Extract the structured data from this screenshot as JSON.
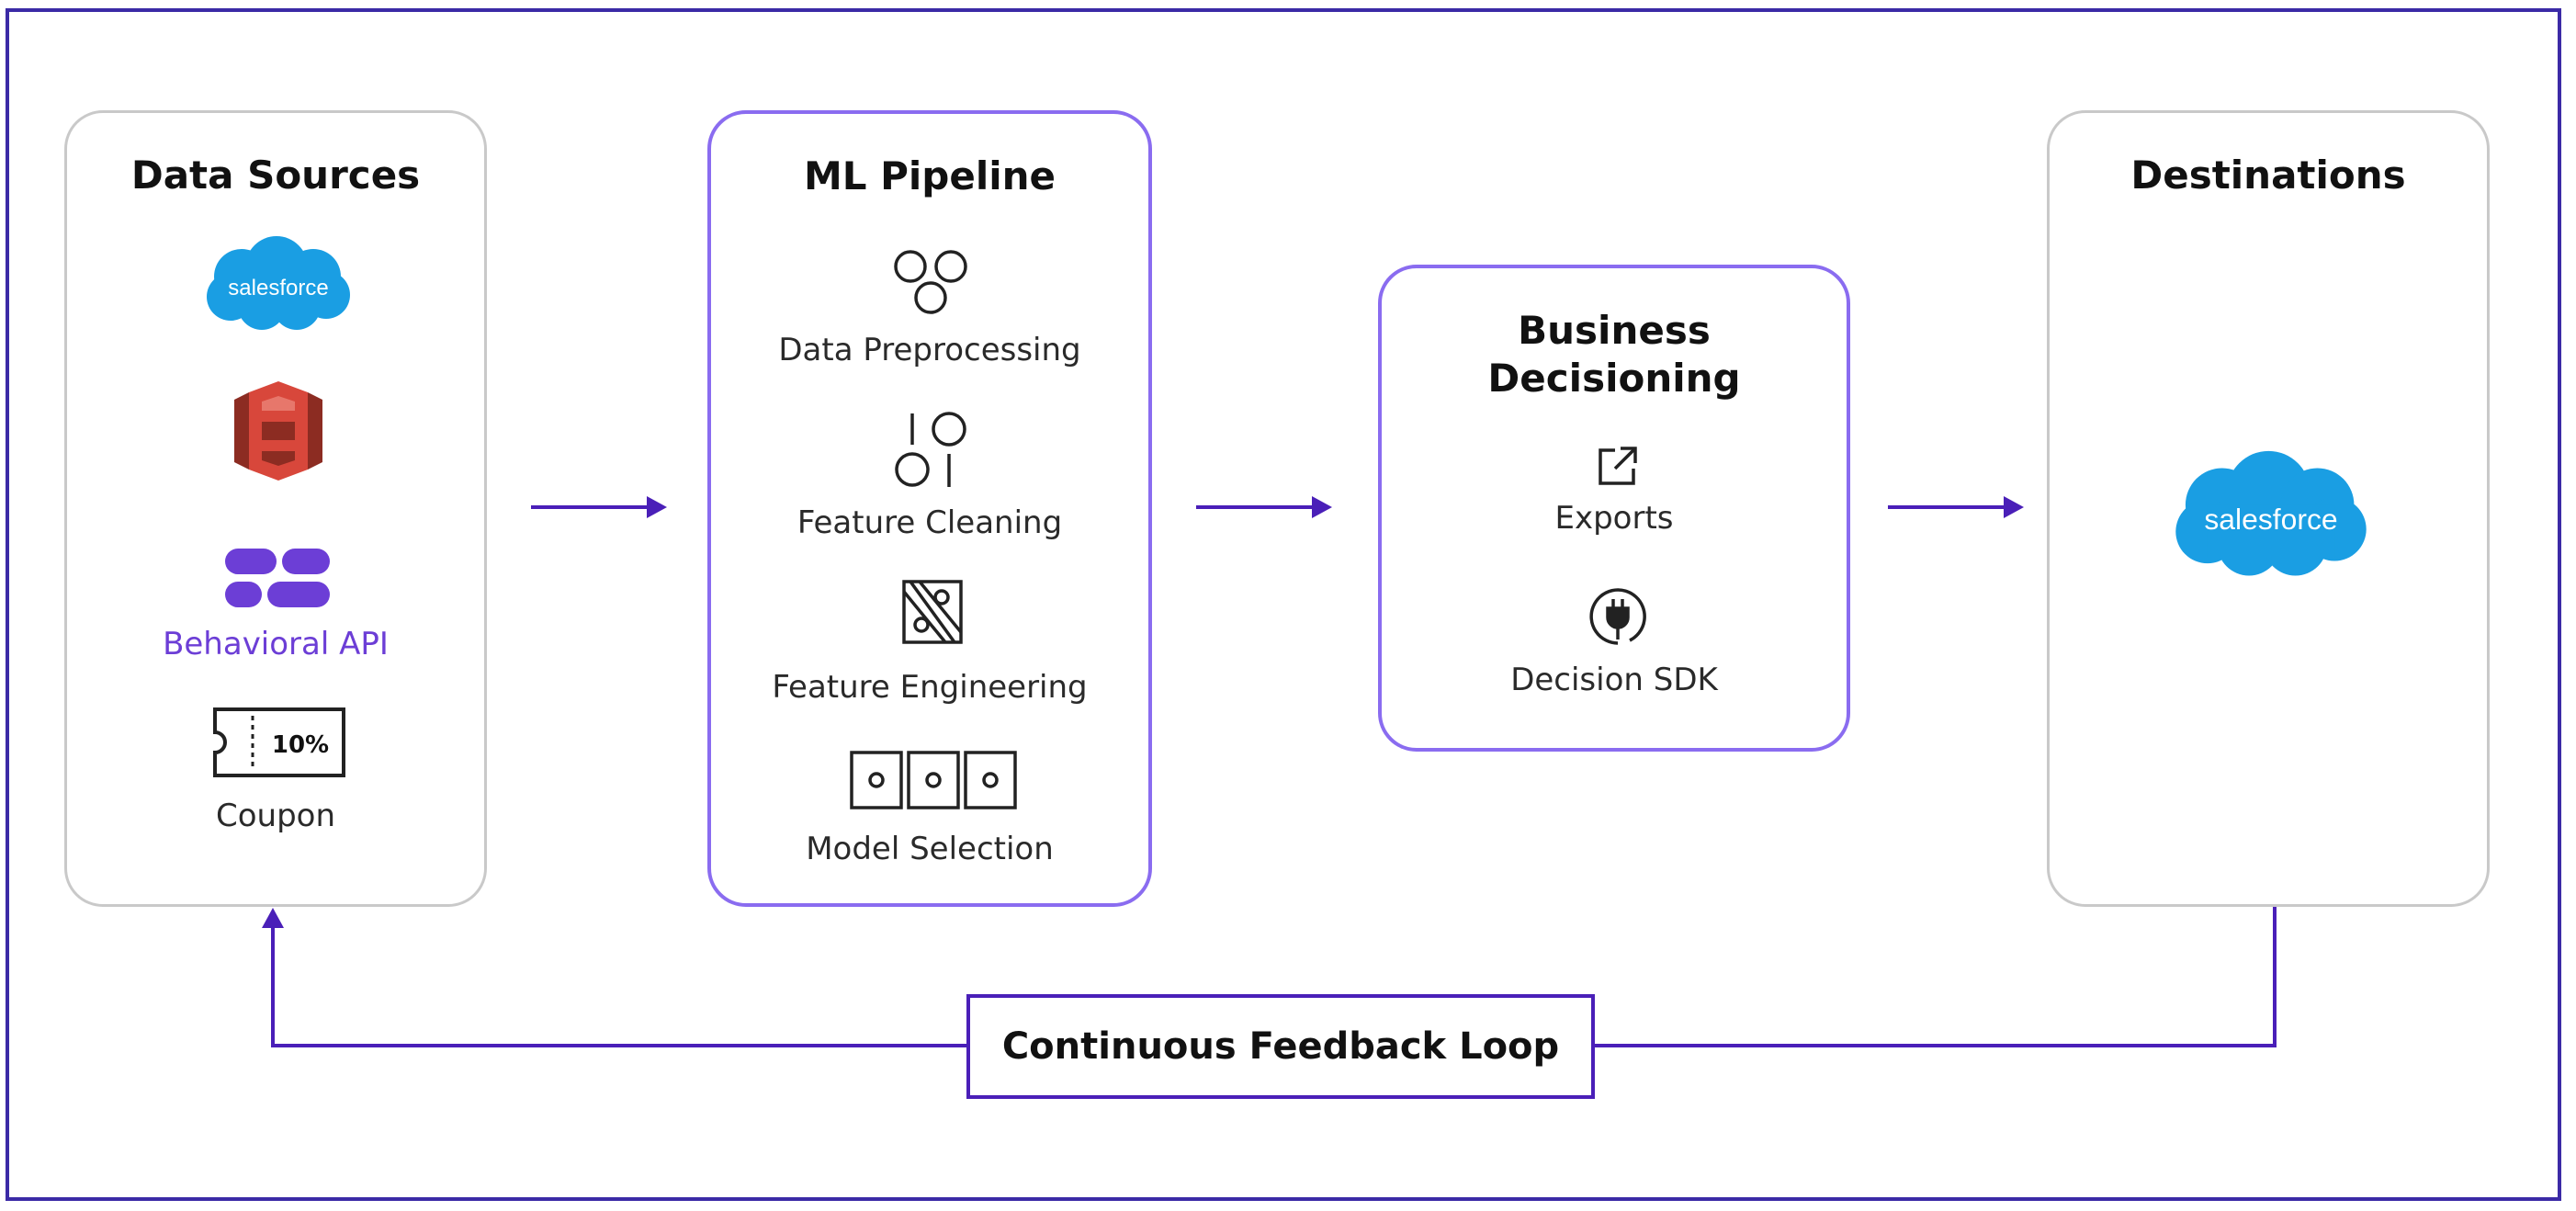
{
  "colors": {
    "frame": "#3b2aa6",
    "accent_purple": "#8a6cf0",
    "arrow": "#4a1fb8",
    "salesforce_blue": "#1a9ee3",
    "aws_red": "#d8473b",
    "behavioral_purple": "#6c3ed6"
  },
  "data_sources": {
    "title": "Data Sources",
    "items": [
      {
        "icon": "salesforce-logo",
        "logo_text": "salesforce"
      },
      {
        "icon": "aws-s3-logo"
      },
      {
        "icon": "behavioral-api-logo",
        "label": "Behavioral API"
      },
      {
        "icon": "coupon-icon",
        "badge_text": "10%",
        "label": "Coupon"
      }
    ]
  },
  "ml_pipeline": {
    "title": "ML Pipeline",
    "steps": [
      {
        "icon": "preprocessing-circles-icon",
        "label": "Data Preprocessing"
      },
      {
        "icon": "feature-cleaning-icon",
        "label": "Feature Cleaning"
      },
      {
        "icon": "feature-engineering-icon",
        "label": "Feature Engineering"
      },
      {
        "icon": "model-selection-icon",
        "label": "Model Selection"
      }
    ]
  },
  "business_decisioning": {
    "title_line1": "Business",
    "title_line2": "Decisioning",
    "items": [
      {
        "icon": "export-icon",
        "label": "Exports"
      },
      {
        "icon": "plug-icon",
        "label": "Decision SDK"
      }
    ]
  },
  "destinations": {
    "title": "Destinations",
    "items": [
      {
        "icon": "salesforce-logo",
        "logo_text": "salesforce"
      }
    ]
  },
  "feedback_loop": {
    "label": "Continuous Feedback Loop"
  }
}
